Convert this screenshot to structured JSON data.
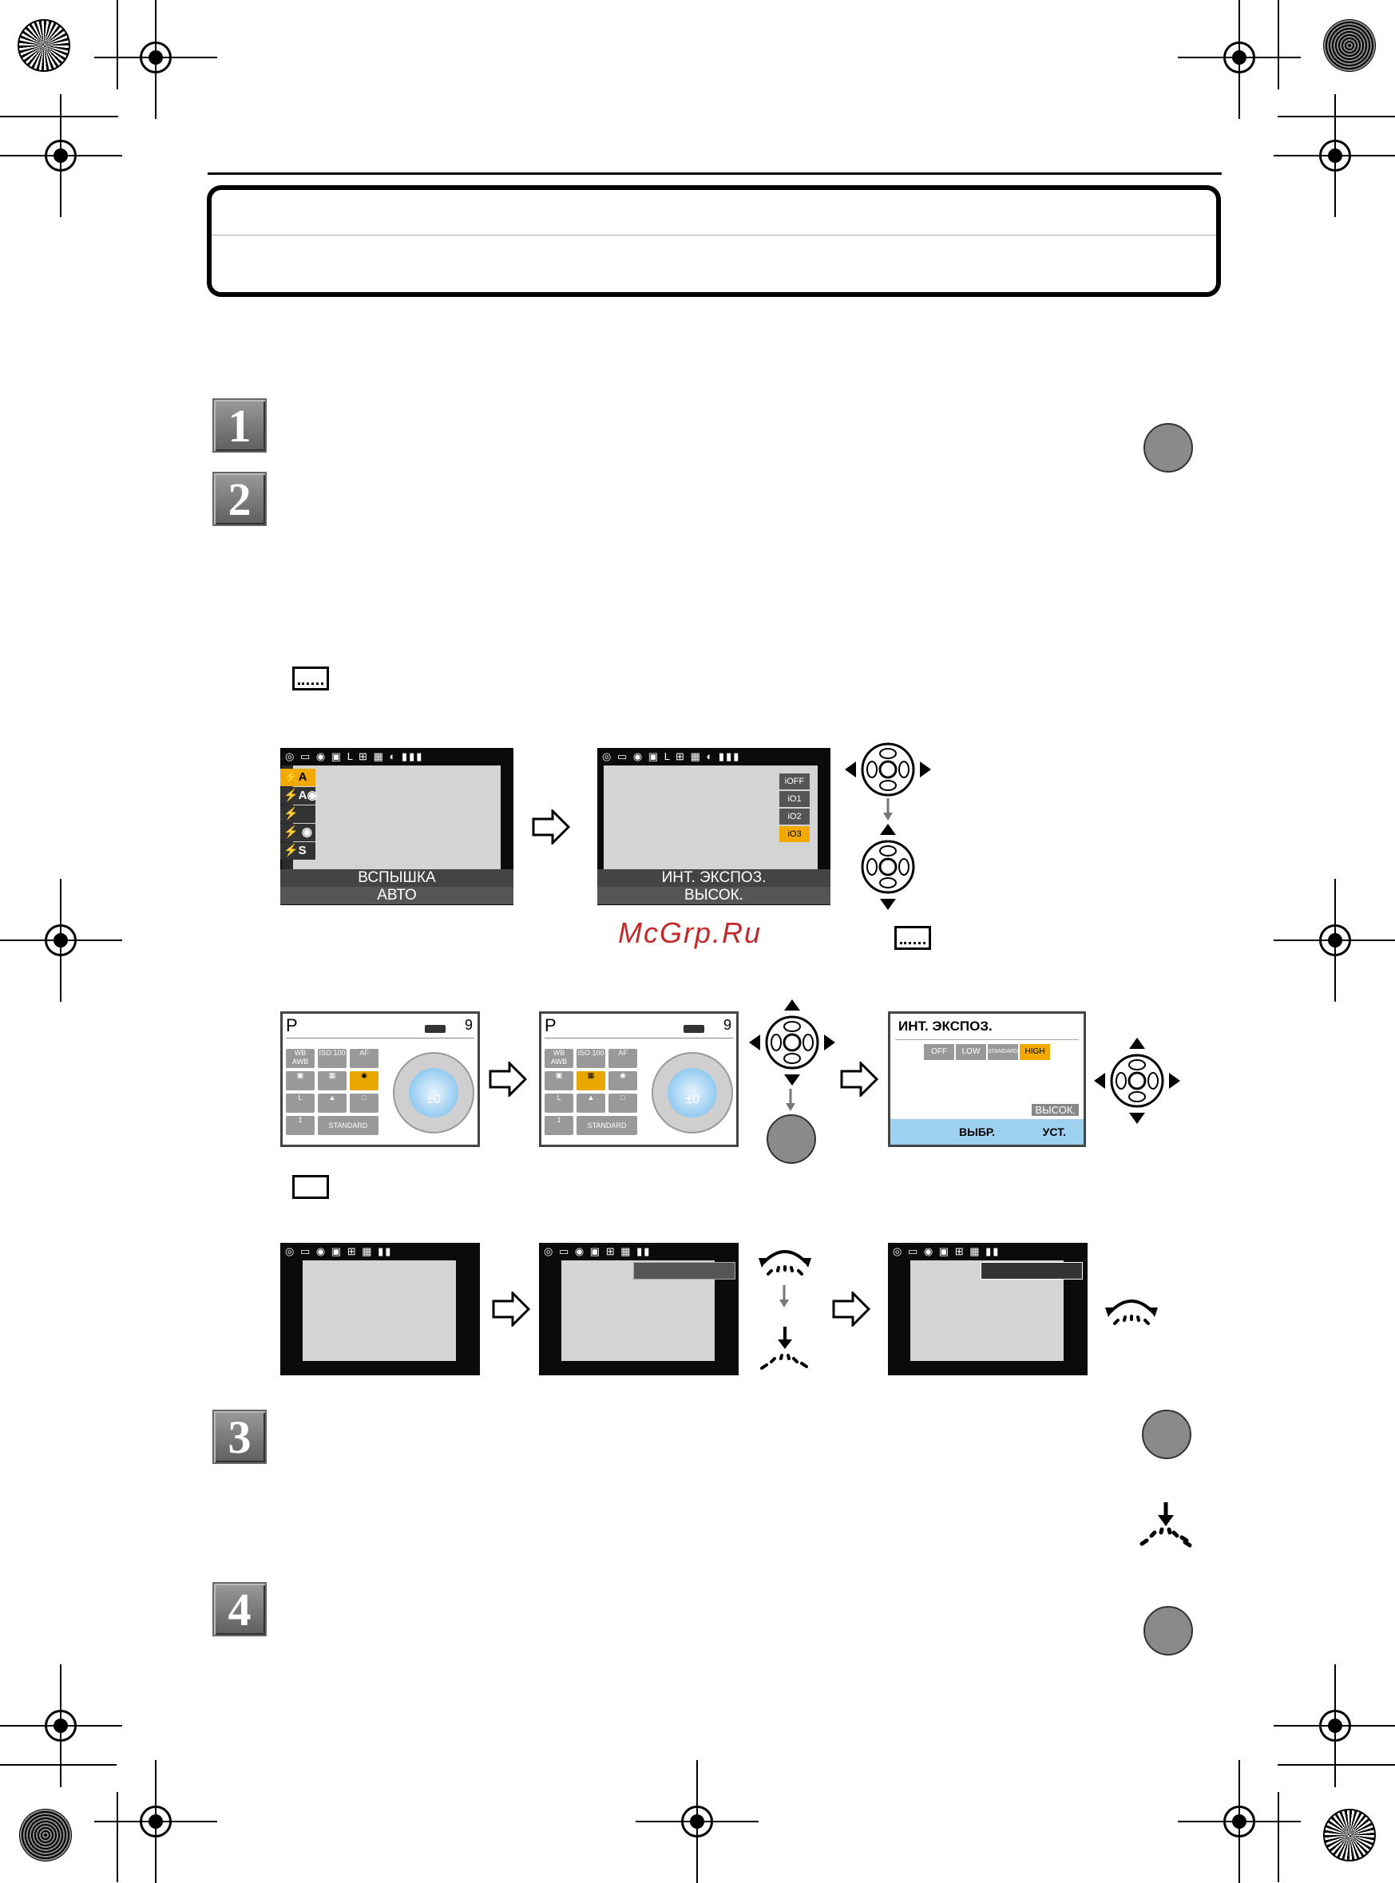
{
  "steps": [
    {
      "number": "1"
    },
    {
      "number": "2"
    },
    {
      "number": "3"
    },
    {
      "number": "4"
    }
  ],
  "watermark": "McGrp.Ru",
  "screens": {
    "flash_caption_1": "ВСПЫШКА",
    "flash_caption_2": "АВТО",
    "iexp_caption_1": "ИНТ. ЭКСПОЗ.",
    "iexp_caption_2": "ВЫСОК.",
    "quick_mode": "P",
    "quick_count": "9",
    "quick_ev": "±0",
    "quick_wb": "WB AWB",
    "quick_iso": "ISO 100",
    "quick_af": "AF",
    "quick_style": "STANDARD",
    "quick_burst": "1",
    "setting_title": "ИНТ. ЭКСПОЗ.",
    "setting_options": [
      "OFF",
      "LOW",
      "STANDARD",
      "HIGH"
    ],
    "setting_current": "ВЫСОК.",
    "setting_select": "ВЫБР.",
    "setting_ok": "УСТ."
  },
  "flash_menu_items": [
    "⚡A",
    "⚡A◉",
    "⚡",
    "⚡ ◉",
    "⚡S"
  ],
  "icons": [
    "cursor-pad-icon",
    "rear-dial-icon",
    "mode-lcd-icon",
    "mode-viewfinder-icon",
    "registration-mark-icon"
  ]
}
